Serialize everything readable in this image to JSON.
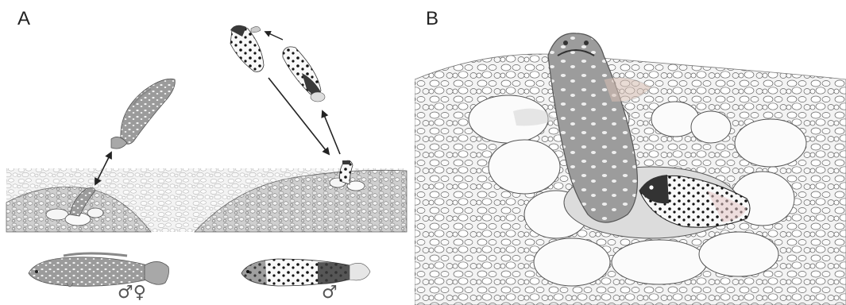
{
  "panels": {
    "a": {
      "letter": "A",
      "symbols_left": "♂♀",
      "symbols_right": "♂"
    },
    "b": {
      "letter": "B"
    }
  },
  "colors": {
    "grey_fish": "#9a9a9a",
    "dark_fish": "#3a3a3a",
    "gravel_line": "#888888",
    "rock_fill": "#f4f4f4",
    "arrow": "#222222"
  },
  "icons": [
    "double-arrow",
    "fish-grey",
    "fish-spotted-male",
    "burrow",
    "gravel-mound"
  ]
}
